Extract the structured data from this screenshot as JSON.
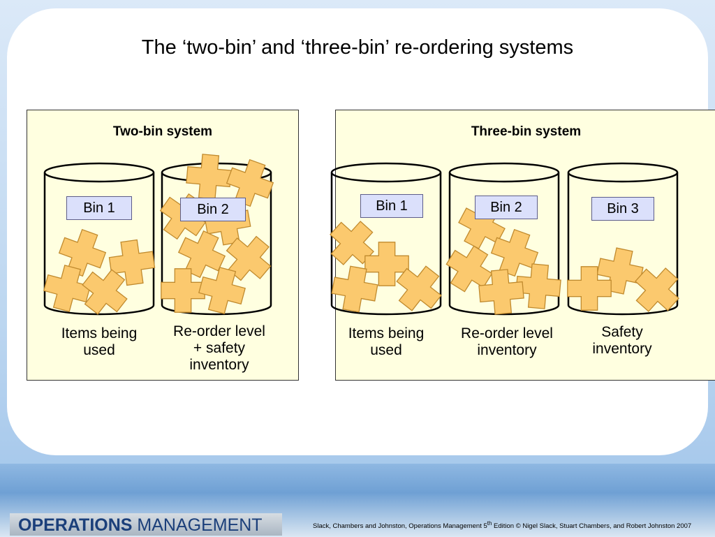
{
  "title": "The ‘two-bin’ and ‘three-bin’ re-ordering systems",
  "two_bin": {
    "heading": "Two-bin system",
    "bins": [
      {
        "label": "Bin 1",
        "caption_lines": [
          "Items being",
          "used"
        ]
      },
      {
        "label": "Bin 2",
        "caption_lines": [
          "Re-order level",
          "+ safety",
          "inventory"
        ]
      }
    ]
  },
  "three_bin": {
    "heading": "Three-bin system",
    "bins": [
      {
        "label": "Bin 1",
        "caption_lines": [
          "Items being",
          "used"
        ]
      },
      {
        "label": "Bin 2",
        "caption_lines": [
          "Re-order level",
          "inventory"
        ]
      },
      {
        "label": "Bin 3",
        "caption_lines": [
          "Safety",
          "inventory"
        ]
      }
    ]
  },
  "footer": {
    "brand_bold": "OPERATIONS",
    "brand_light": "MANAGEMENT",
    "credit_pre": "Slack, Chambers and Johnston, Operations Management 5",
    "credit_sup": "th",
    "credit_post": " Edition © Nigel Slack, Stuart Chambers, and Robert Johnston 2007"
  },
  "colors": {
    "item_fill": "#fbc96e",
    "item_stroke": "#c08a2e",
    "panel_fill": "#ffffe0",
    "label_fill": "#dbe0fb"
  },
  "icons": {
    "item": "cross-item-icon",
    "bin": "cylinder-bin-icon"
  }
}
